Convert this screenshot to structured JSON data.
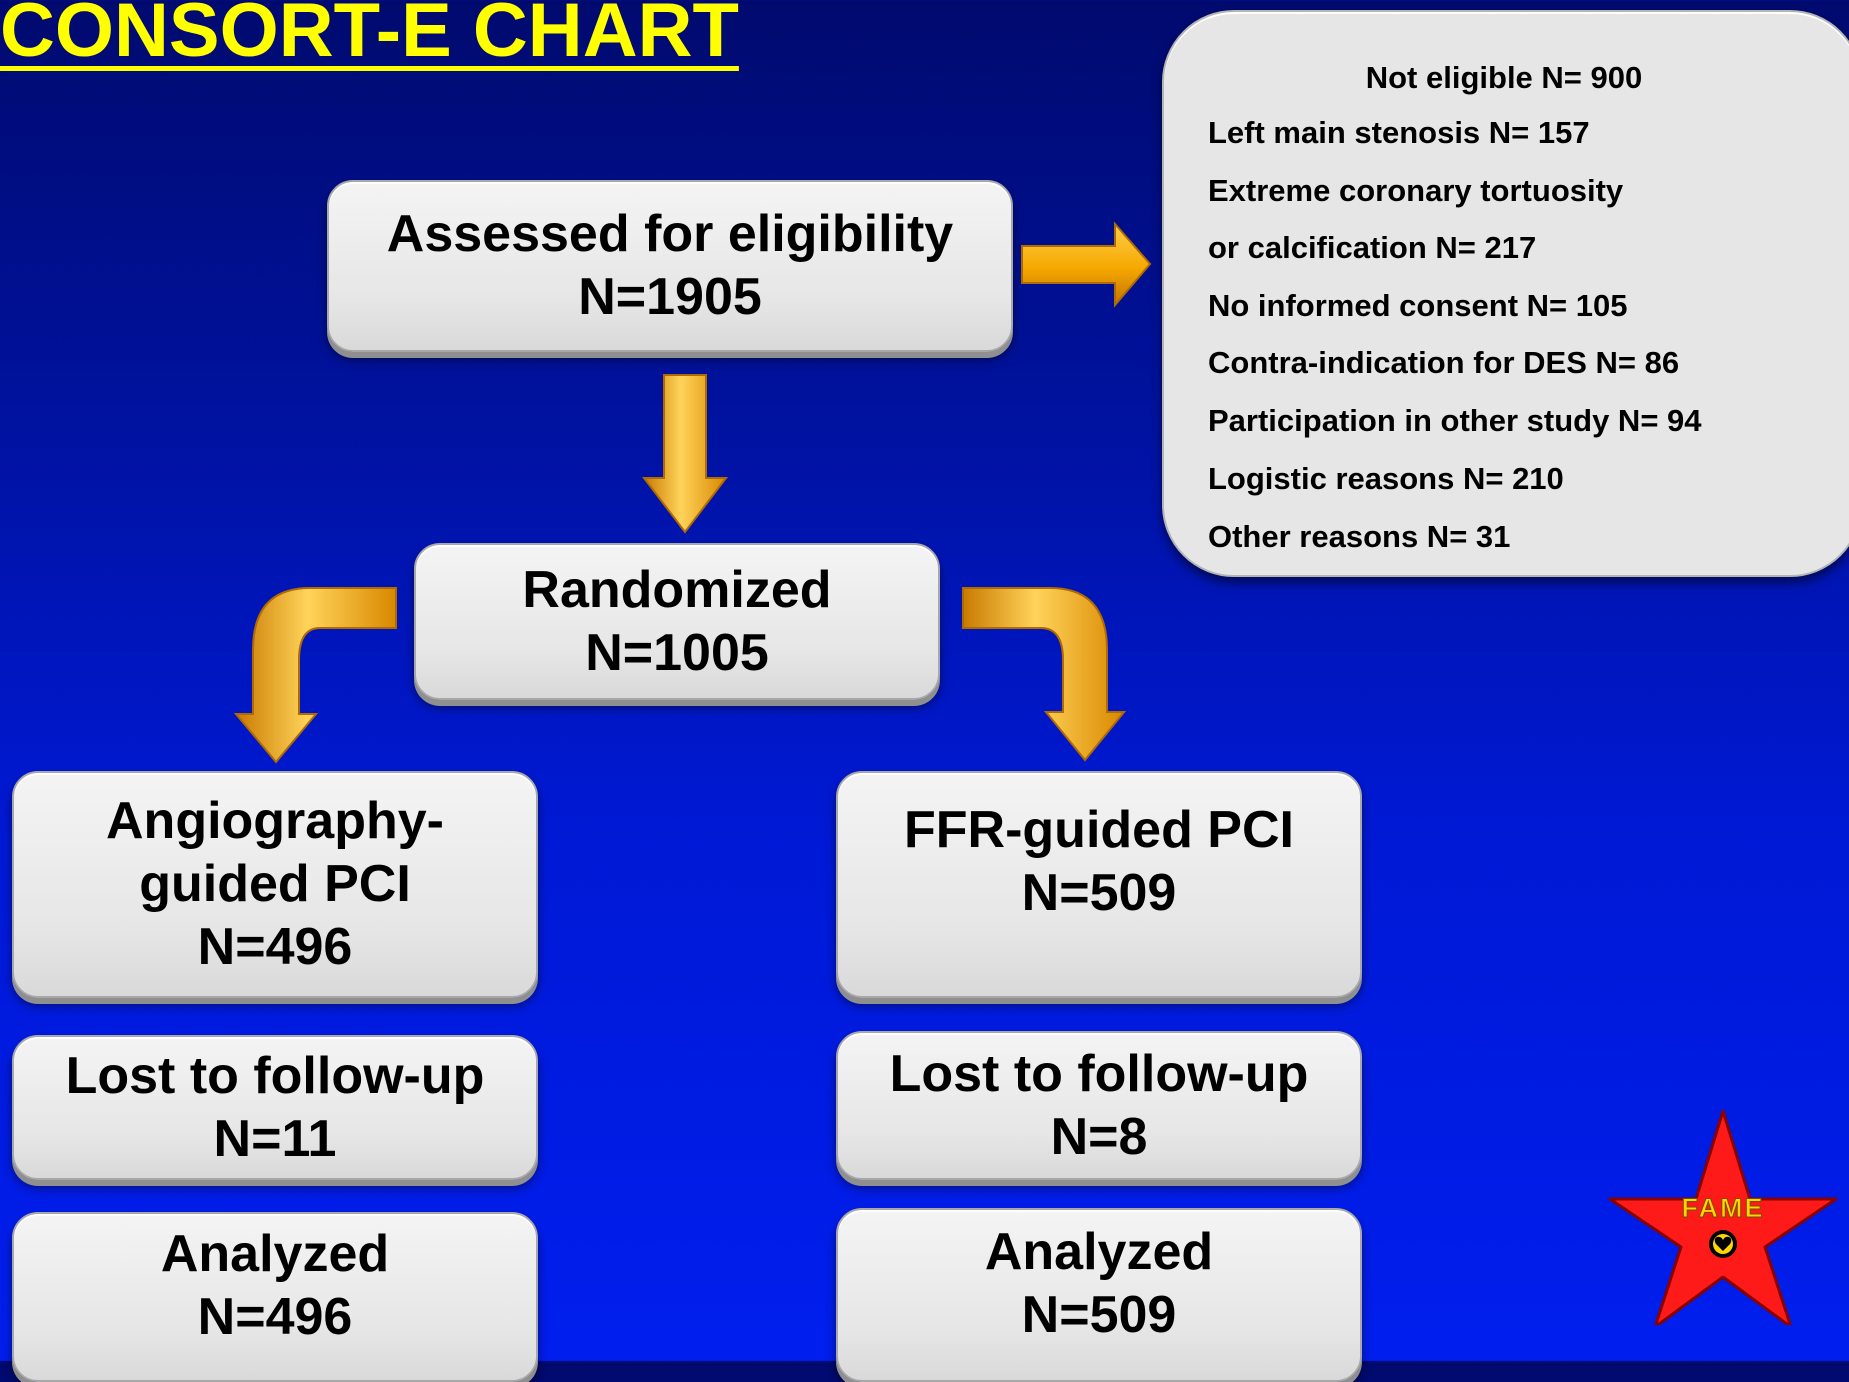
{
  "title": "CONSORT-E CHART",
  "colors": {
    "background": "#0019d6",
    "title": "#ffff00",
    "box": "#e6e6e6",
    "arrow": "#f5a800",
    "star": "#ff1a1a",
    "logo_text": "#ffd400"
  },
  "assessed": {
    "label": "Assessed for eligibility",
    "n": "N=1905"
  },
  "randomized": {
    "label": "Randomized",
    "n": "N=1005"
  },
  "not_eligible": {
    "header": "Not eligible N= 900",
    "reasons": [
      "Left main stenosis  N= 157",
      "Extreme coronary tortuosity",
      "or calcification  N= 217",
      "No informed consent  N= 105",
      "Contra-indication for DES  N= 86",
      "Participation in other study  N= 94",
      "Logistic reasons  N= 210",
      "Other reasons N= 31"
    ]
  },
  "arms": {
    "angio": {
      "label_line1": "Angiography-",
      "label_line2": "guided PCI",
      "n": "N=496",
      "lost_label": "Lost to follow-up",
      "lost_n": "N=11",
      "analyzed_label": "Analyzed",
      "analyzed_n": "N=496"
    },
    "ffr": {
      "label": "FFR-guided PCI",
      "n": "N=509",
      "lost_label": "Lost to follow-up",
      "lost_n": "N=8",
      "analyzed_label": "Analyzed",
      "analyzed_n": "N=509"
    }
  },
  "logo": {
    "text": "FAME",
    "icon": "heart-icon"
  }
}
